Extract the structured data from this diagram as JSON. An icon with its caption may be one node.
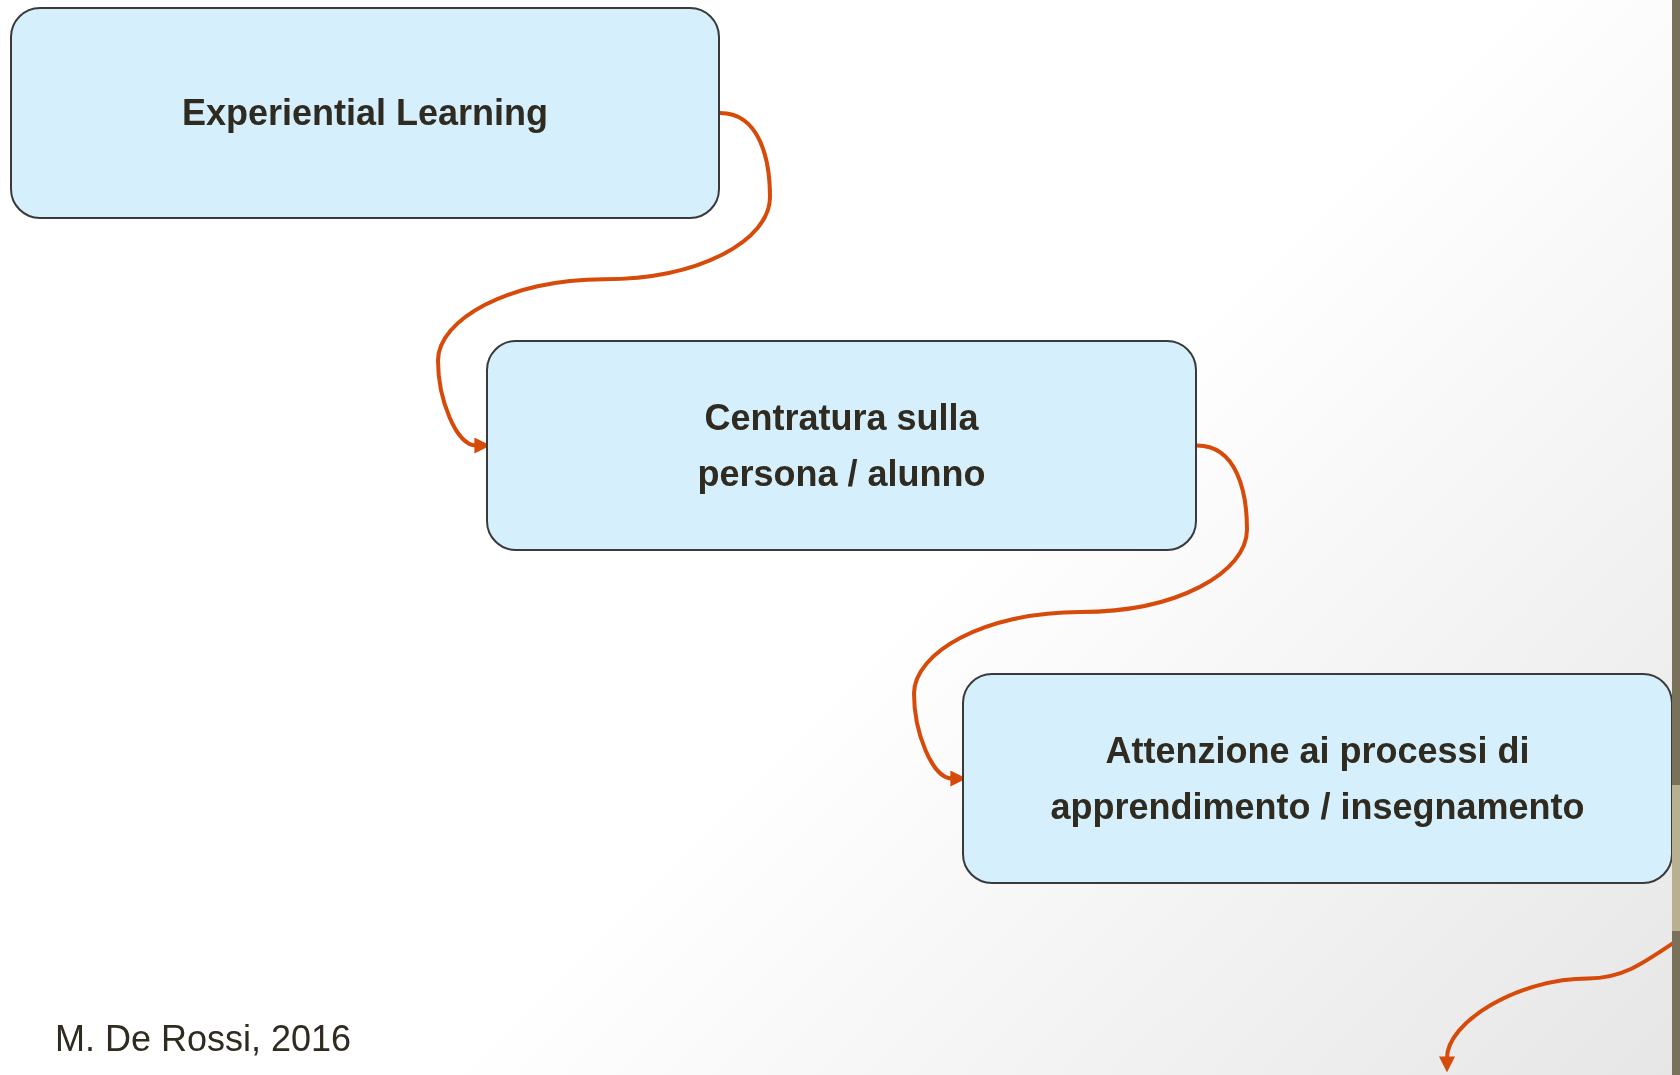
{
  "diagram": {
    "nodes": [
      {
        "text": [
          "Experiential Learning"
        ]
      },
      {
        "text": [
          "Centratura sulla persona / alunno"
        ]
      },
      {
        "text": [
          "Attenzione ai processi di apprendimento / insegnamento"
        ]
      }
    ],
    "edges": [
      {
        "from": 0,
        "to": 1,
        "arrow": "to"
      },
      {
        "from": 1,
        "to": 2,
        "arrow": "to"
      },
      {
        "from": 2,
        "to": null,
        "arrow": "to"
      }
    ],
    "labels": [
      "M. De Rossi, 2016"
    ]
  }
}
